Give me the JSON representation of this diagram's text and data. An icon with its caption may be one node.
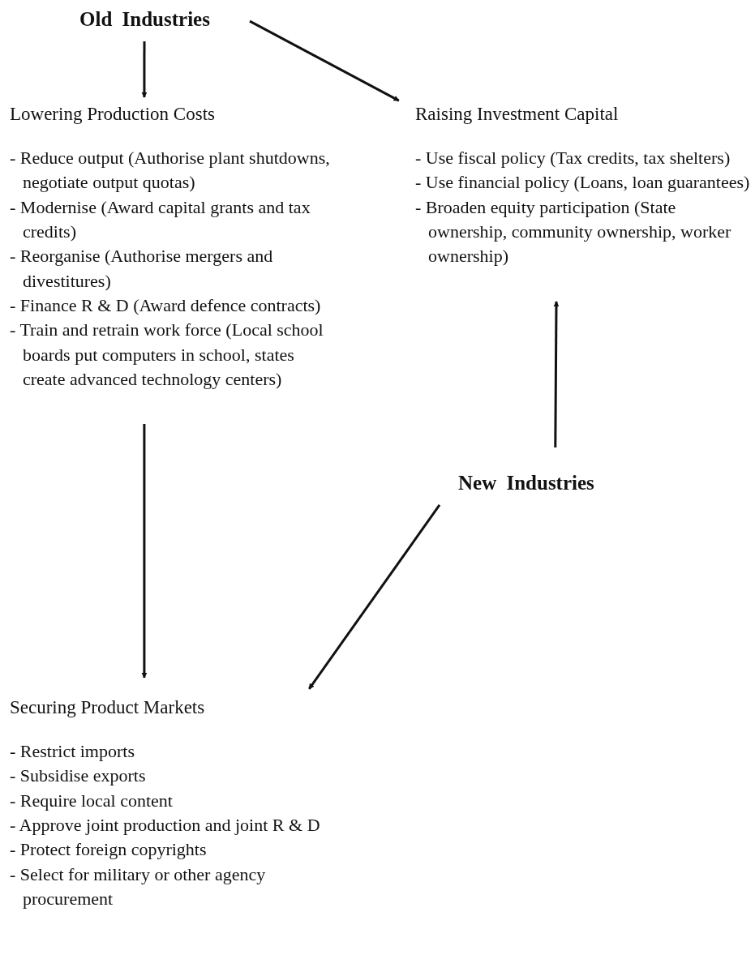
{
  "diagram": {
    "nodes": [
      {
        "text": [
          "Old Industries"
        ]
      },
      {
        "text": [
          "Lowering Production Costs",
          "- Reduce output (Authorise plant shutdowns, negotiate output quotas)",
          "- Modernise (Award capital grants and tax credits)",
          "- Reorganise (Authorise mergers and divestitures)",
          "- Finance R & D (Award defence contracts)",
          "- Train and retrain work force (Local school boards put computers in school, states create advanced technology centers)"
        ]
      },
      {
        "text": [
          "Raising Investment Capital",
          "- Use fiscal policy (Tax credits, tax shelters)",
          "- Use financial policy (Loans, loan guarantees)",
          "- Broaden equity participation (State ownership, community ownership, worker ownership)"
        ]
      },
      {
        "text": [
          "New Industries"
        ]
      },
      {
        "text": [
          "Securing Product Markets",
          "- Restrict imports",
          "- Subsidise exports",
          "- Require local content",
          "- Approve joint production and joint R & D",
          "- Protect foreign copyrights",
          "- Select for military or other agency procurement"
        ]
      }
    ],
    "edges": [
      {
        "from": 0,
        "to": 1,
        "arrow": "to"
      },
      {
        "from": 0,
        "to": 2,
        "arrow": "to"
      },
      {
        "from": 3,
        "to": 2,
        "arrow": "to"
      },
      {
        "from": 1,
        "to": 4,
        "arrow": "to"
      },
      {
        "from": 3,
        "to": 4,
        "arrow": "to"
      }
    ]
  }
}
